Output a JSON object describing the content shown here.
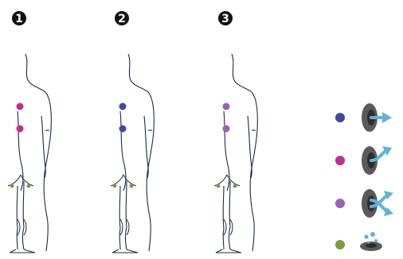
{
  "panels": [
    {
      "number": "1",
      "dots": [
        "pink",
        "pink"
      ]
    },
    {
      "number": "2",
      "dots": [
        "navy",
        "navy"
      ]
    },
    {
      "number": "3",
      "dots": [
        "lavender",
        "lavender"
      ]
    }
  ],
  "legend": [
    {
      "color": "navy",
      "symbol": "straight-arrow-icon"
    },
    {
      "color": "pink",
      "symbol": "curved-arrow-icon"
    },
    {
      "color": "lavender",
      "symbol": "crossing-arrows-icon"
    },
    {
      "color": "olive",
      "symbol": "droplets-icon"
    }
  ],
  "colors": {
    "navy": "#3f4aa0",
    "pink": "#c22e8e",
    "lavender": "#9a62b4",
    "olive": "#7e9a3c",
    "outline": "#1c2a4a",
    "arrow": "#5fb4d8",
    "button": "#5a5a5a",
    "button_dark": "#2e2e2e"
  }
}
